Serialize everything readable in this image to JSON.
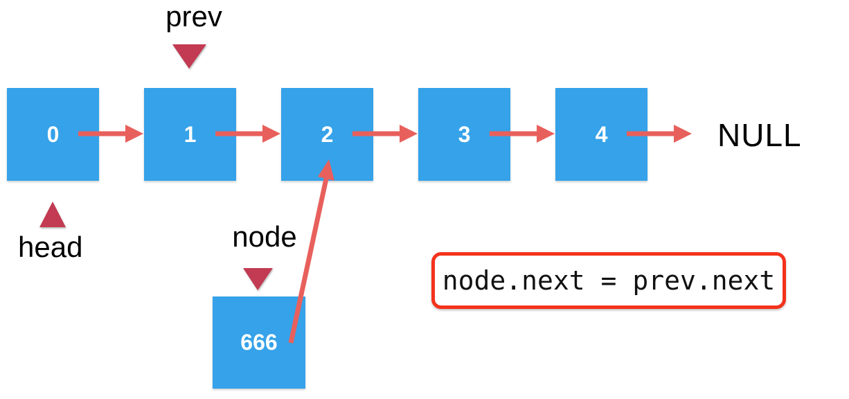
{
  "colors": {
    "node_fill": "#35a2e9",
    "node_text": "#ffffff",
    "arrow_red": "#e8605c",
    "pointer_red": "#c23b52",
    "code_border": "#f4321c",
    "label_text": "#000000"
  },
  "linked_list": {
    "nodes": [
      "0",
      "1",
      "2",
      "3",
      "4"
    ],
    "tail_label": "NULL"
  },
  "pointers": {
    "prev_label": "prev",
    "head_label": "head",
    "node_label": "node"
  },
  "new_node": {
    "value": "666"
  },
  "code_box": {
    "text": "node.next = prev.next"
  }
}
